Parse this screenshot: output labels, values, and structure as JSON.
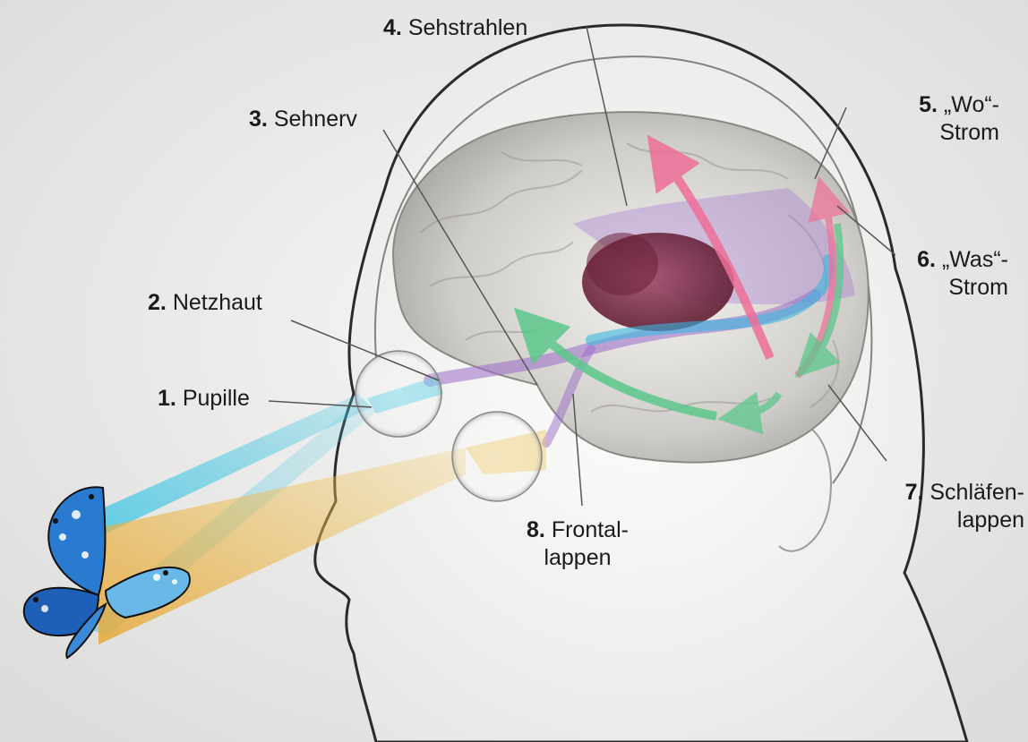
{
  "labels": [
    {
      "id": "pupille",
      "num": "1.",
      "lines": [
        "Pupille"
      ]
    },
    {
      "id": "netzhaut",
      "num": "2.",
      "lines": [
        "Netzhaut"
      ]
    },
    {
      "id": "sehnerv",
      "num": "3.",
      "lines": [
        "Sehnerv"
      ]
    },
    {
      "id": "sehstrahlen",
      "num": "4.",
      "lines": [
        "Sehstrahlen"
      ]
    },
    {
      "id": "wo-strom",
      "num": "5.",
      "lines": [
        "„Wo“-",
        "Strom"
      ]
    },
    {
      "id": "was-strom",
      "num": "6.",
      "lines": [
        "„Was“-",
        "Strom"
      ]
    },
    {
      "id": "schlaefenlappen",
      "num": "7.",
      "lines": [
        "Schläfen-",
        "lappen"
      ]
    },
    {
      "id": "frontallappen",
      "num": "8.",
      "lines": [
        "Frontal-",
        "lappen"
      ]
    }
  ],
  "colors": {
    "background": "#ececea",
    "head_outline": "#2a2a2a",
    "brain": "#d8d6d2",
    "thalamus": "#7a2a40",
    "pathway_purple": "#9a6ac8",
    "stream_pink": "#ef6f98",
    "stream_green": "#5cc88a",
    "stream_cyan": "#3ab8e0",
    "beam_cyan": "#5ad0e8",
    "beam_yellow": "#e8b040",
    "leader_lines": "#555555"
  }
}
